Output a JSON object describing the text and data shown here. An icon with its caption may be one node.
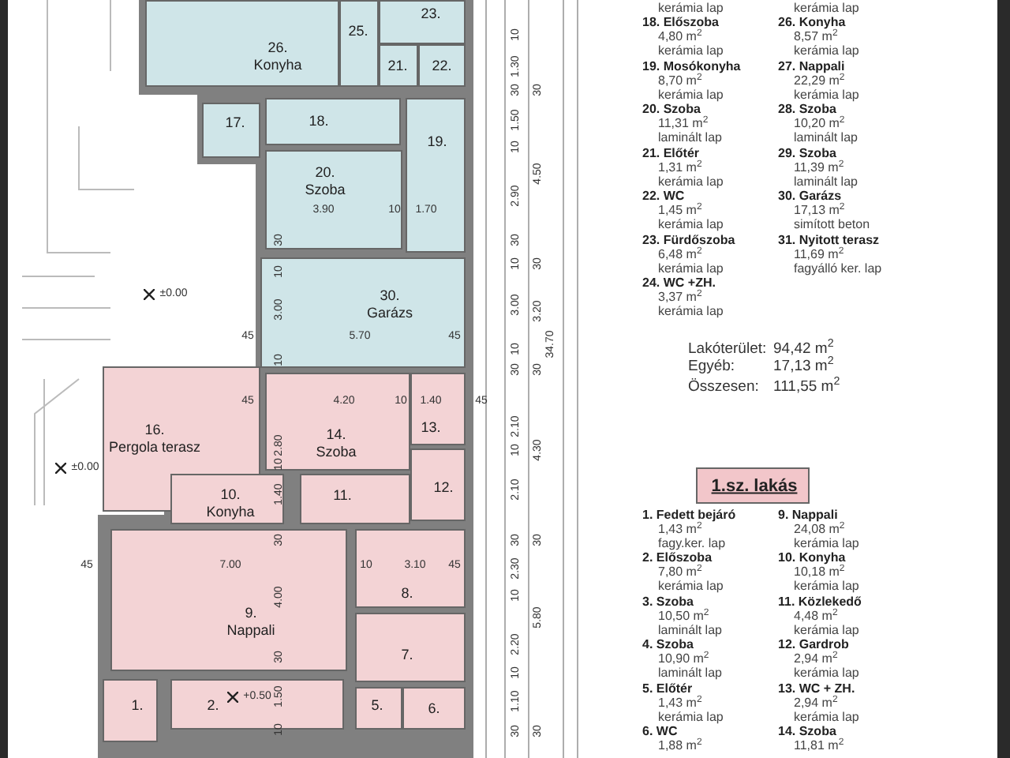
{
  "diagram": {
    "nodes": [
      {
        "text": [
          "26.",
          "Konyha"
        ]
      },
      {
        "text": [
          "25."
        ]
      },
      {
        "text": [
          "23."
        ]
      },
      {
        "text": [
          "21."
        ]
      },
      {
        "text": [
          "22."
        ]
      },
      {
        "text": [
          "17."
        ]
      },
      {
        "text": [
          "18."
        ]
      },
      {
        "text": [
          "19."
        ]
      },
      {
        "text": [
          "20.",
          "Szoba"
        ]
      },
      {
        "text": [
          "30.",
          "Garázs"
        ]
      },
      {
        "text": [
          "16.",
          "Pergola terasz"
        ]
      },
      {
        "text": [
          "14.",
          "Szoba"
        ]
      },
      {
        "text": [
          "13."
        ]
      },
      {
        "text": [
          "12."
        ]
      },
      {
        "text": [
          "10.",
          "Konyha"
        ]
      },
      {
        "text": [
          "11."
        ]
      },
      {
        "text": [
          "9.",
          "Nappali"
        ]
      },
      {
        "text": [
          "8."
        ]
      },
      {
        "text": [
          "7."
        ]
      },
      {
        "text": [
          "1."
        ]
      },
      {
        "text": [
          "2."
        ]
      },
      {
        "text": [
          "5."
        ]
      },
      {
        "text": [
          "6."
        ]
      },
      {
        "text": [
          "1.sz. lakás"
        ]
      }
    ],
    "labels": [
      "3.90",
      "10",
      "1.70",
      "30",
      "±0.00",
      "10",
      "3.00",
      "45",
      "5.70",
      "45",
      "10",
      "45",
      "4.20",
      "10",
      "1.40",
      "45",
      "±0.00",
      "2.80",
      "10",
      "1.40",
      "30",
      "45",
      "7.00",
      "10",
      "3.10",
      "45",
      "4.00",
      "30",
      "+0.50",
      "1.50",
      "10",
      "10",
      "1.30",
      "30",
      "1.50",
      "10",
      "2.90",
      "30",
      "10",
      "3.00",
      "10",
      "30",
      "2.10",
      "10",
      "2.10",
      "30",
      "2.30",
      "10",
      "2.20",
      "10",
      "1.10",
      "30",
      "30",
      "4.50",
      "30",
      "3.20",
      "30",
      "4.30",
      "30",
      "5.80",
      "30",
      "34.70",
      "kerámia lap",
      "18. Előszoba",
      "4,80 m$^{2}$",
      "kerámia lap",
      "19. Mosókonyha",
      "8,70 m$^{2}$",
      "kerámia lap",
      "20. Szoba",
      "11,31 m$^{2}$",
      "laminált lap",
      "21. Előtér",
      "1,31 m$^{2}$",
      "kerámia lap",
      "22. WC",
      "1,45 m$^{2}$",
      "kerámia lap",
      "23. Fürdőszoba",
      "6,48 m$^{2}$",
      "kerámia lap",
      "24. WC +ZH.",
      "3,37 m$^{2}$",
      "kerámia lap",
      "kerámia lap",
      "26. Konyha",
      "8,57 m$^{2}$",
      "kerámia lap",
      "27. Nappali",
      "22,29 m$^{2}$",
      "kerámia lap",
      "28. Szoba",
      "10,20 m$^{2}$",
      "laminált lap",
      "29. Szoba",
      "11,39 m$^{2}$",
      "laminált lap",
      "30. Garázs",
      "17,13 m$^{2}$",
      "simított beton",
      "31. Nyitott terasz",
      "11,69 m$^{2}$",
      "fagyálló ker. lap",
      "Lakóterület:",
      "94,42 m$^{2}$",
      "Egyéb:",
      "17,13 m$^{2}$",
      "Összesen:",
      "111,55 m$^{2}$",
      "1. Fedett bejáró",
      "1,43 m$^{2}$",
      "fagy.ker. lap",
      "2. Előszoba",
      "7,80 m$^{2}$",
      "kerámia lap",
      "3. Szoba",
      "10,50 m$^{2}$",
      "laminált lap",
      "4. Szoba",
      "10,90 m$^{2}$",
      "laminált lap",
      "5. Előtér",
      "1,43 m$^{2}$",
      "kerámia lap",
      "6. WC",
      "1,88 m$^{2}$",
      "9. Nappali",
      "24,08 m$^{2}$",
      "kerámia lap",
      "10. Konyha",
      "10,18 m$^{2}$",
      "kerámia lap",
      "11. Közlekedő",
      "4,48 m$^{2}$",
      "kerámia lap",
      "12. Gardrob",
      "2,94 m$^{2}$",
      "kerámia lap",
      "13. WC + ZH.",
      "2,94 m$^{2}$",
      "kerámia lap",
      "14. Szoba",
      "11,81 m$^{2}$"
    ]
  }
}
